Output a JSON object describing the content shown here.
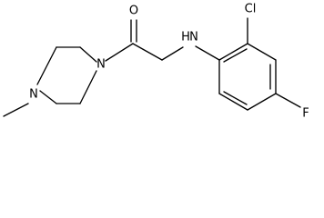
{
  "molecule": {
    "labels": {
      "oxygen": "O",
      "amine": "N",
      "amine_h": "H",
      "chlorine": "Cl",
      "fluorine": "F",
      "piperazine_n_left": "N",
      "piperazine_n_right": "N"
    },
    "colors": {
      "bond": "#000000",
      "text": "#000000",
      "background": "#ffffff"
    }
  }
}
